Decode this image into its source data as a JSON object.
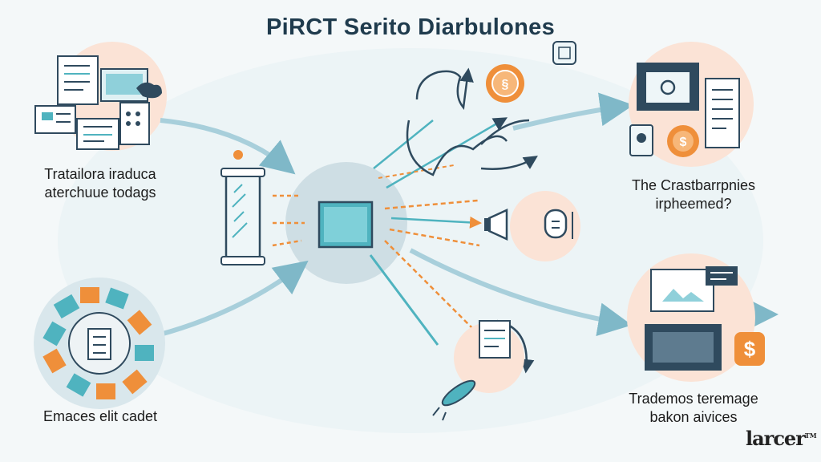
{
  "title": "PiRCT Serito Diarbulones",
  "captions": {
    "top_left": {
      "line1": "Tratailora iraduca",
      "line2": "aterchuue todags"
    },
    "top_right": {
      "line1": "The Crastbarrpnies",
      "line2": "irpheemed?"
    },
    "bottom_left": {
      "line1": "Emaces elit cadet"
    },
    "bottom_right": {
      "line1": "Trademos teremage",
      "line2": "bakon aivices"
    }
  },
  "logo": {
    "text": "larcer",
    "mark": "TM"
  },
  "colors": {
    "background": "#f4f8f9",
    "peach_circle": "#fbe3d6",
    "hub_circle": "#c9d9e0",
    "teal": "#4fb3bf",
    "orange": "#ef8f3a",
    "navy": "#2f4a5e",
    "title": "#1f3b4d"
  },
  "icons": [
    "documents-icon",
    "monitor-icon",
    "checklist-icon",
    "megaphone-icon",
    "coin-icon",
    "rocket-icon",
    "wallet-icon",
    "computer-screen-icon",
    "dollar-icon",
    "building-icon",
    "people-circle-icon"
  ]
}
